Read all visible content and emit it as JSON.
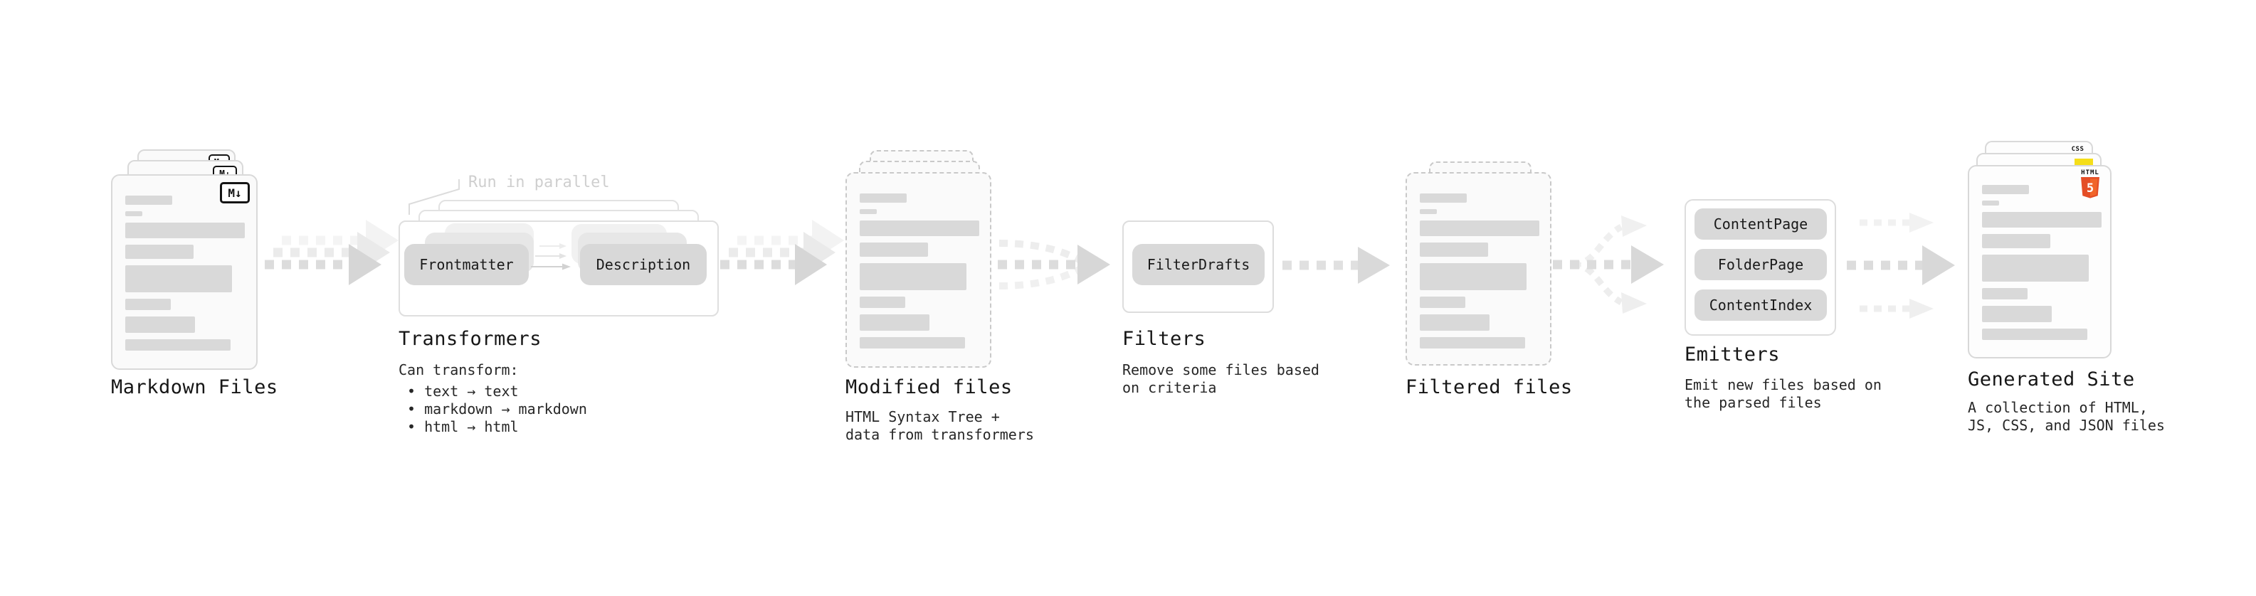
{
  "nodes": {
    "markdown_files": {
      "title": "Markdown Files",
      "badge": "M↓"
    },
    "transformers": {
      "title": "Transformers",
      "annotation": "Run in parallel",
      "box_frontmatter": "Frontmatter",
      "box_description": "Description",
      "desc_intro": "Can transform:",
      "bullets": [
        "• text → text",
        "• markdown → markdown",
        "• html → html"
      ]
    },
    "modified_files": {
      "title": "Modified files",
      "desc_line1": "HTML Syntax Tree +",
      "desc_line2": "data from transformers"
    },
    "filters": {
      "title": "Filters",
      "box": "FilterDrafts",
      "desc_line1": "Remove some files based",
      "desc_line2": "on criteria"
    },
    "filtered_files": {
      "title": "Filtered files"
    },
    "emitters": {
      "title": "Emitters",
      "boxes": [
        "ContentPage",
        "FolderPage",
        "ContentIndex"
      ],
      "desc_line1": "Emit new files based on",
      "desc_line2": "the parsed files"
    },
    "generated_site": {
      "title": "Generated Site",
      "desc_line1": "A collection of HTML,",
      "desc_line2": "JS, CSS, and JSON files",
      "css_badge": "CSS",
      "html_badge_label": "HTML",
      "html_badge_number": "5"
    }
  },
  "colors": {
    "html5_orange": "#e44d26",
    "html5_orange_light": "#f16529",
    "js_yellow": "#f5de19",
    "css_blue": "#2965f1",
    "box_gray": "#d8d8d8",
    "arrow_gray": "#dcdcdc"
  }
}
